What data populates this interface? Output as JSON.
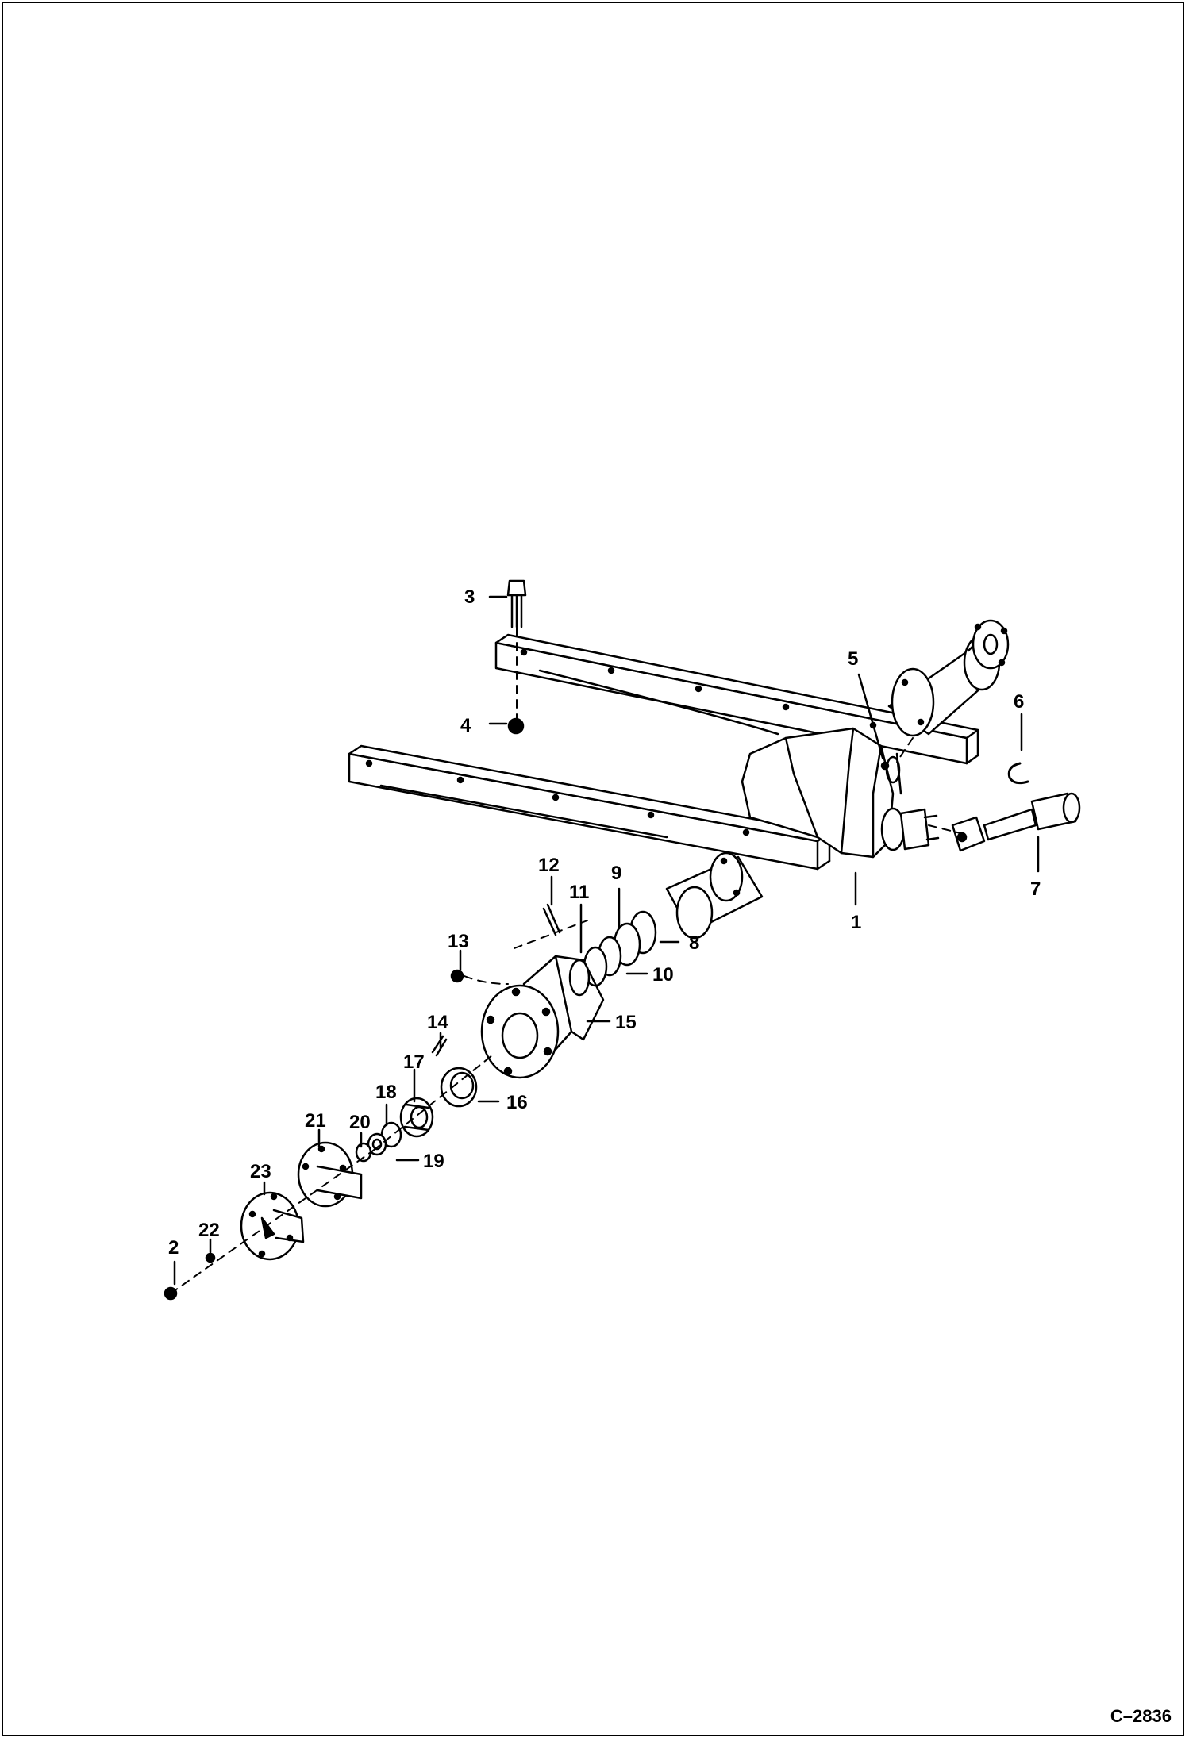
{
  "callouts": {
    "c1": "1",
    "c2": "2",
    "c3": "3",
    "c4": "4",
    "c5": "5",
    "c6": "6",
    "c7": "7",
    "c8": "8",
    "c9": "9",
    "c10": "10",
    "c11": "11",
    "c12": "12",
    "c13": "13",
    "c14": "14",
    "c15": "15",
    "c16": "16",
    "c17": "17",
    "c18": "18",
    "c19": "19",
    "c20": "20",
    "c21": "21",
    "c22": "22",
    "c23": "23"
  },
  "figure_code": "C–2836",
  "colors": {
    "ink": "#000000",
    "background": "#ffffff"
  }
}
